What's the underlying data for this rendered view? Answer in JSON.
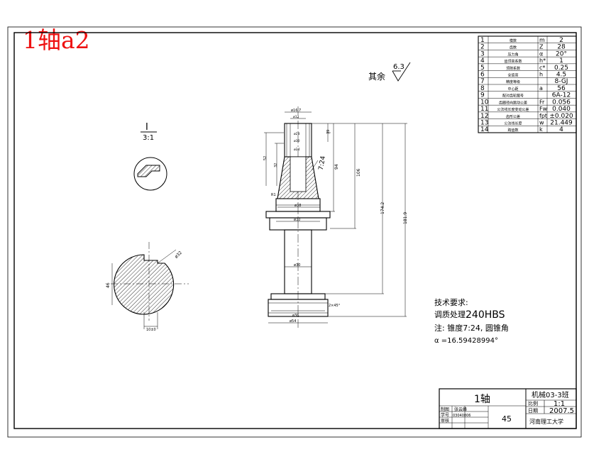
{
  "corner_title": "1轴a2",
  "surface_note": {
    "prefix": "其余",
    "roughness": "6.3"
  },
  "detail_view": {
    "label": "I",
    "scale": "3:1"
  },
  "section_view": {
    "dim_width": "ø32",
    "dim_height": "46",
    "dim_key": "10±0"
  },
  "main_view_dims": {
    "d_top": "ø16.7",
    "d_top2": "ø12",
    "d_a": "ø28",
    "d_b": "ø30",
    "d_c": "ø24",
    "l_32": "32",
    "l_39": "39",
    "l_52": "52",
    "l_94": "94",
    "l_106": "106",
    "l_174": "174.2",
    "l_181": "181.9",
    "taper": "7:24",
    "d_38": "ø38",
    "d_mid": "ø30",
    "d_base": "ø36",
    "d_base2": "ø54",
    "chamfer": "2×45°",
    "fillet": "R1"
  },
  "tech_requirements": {
    "heading": "技术要求:",
    "line1_label": "调质处理",
    "line1_value": "240HBS",
    "line2": "注: 锥度7:24, 圆锥角",
    "line3": "α =16.59428994°"
  },
  "param_table": [
    {
      "no": "1",
      "name": "模数",
      "sym": "m",
      "val": "2"
    },
    {
      "no": "2",
      "name": "齿数",
      "sym": "Z",
      "val": "28"
    },
    {
      "no": "3",
      "name": "压力角",
      "sym": "α",
      "val": "20°"
    },
    {
      "no": "4",
      "name": "齿顶高系数",
      "sym": "h*",
      "val": "1"
    },
    {
      "no": "5",
      "name": "顶隙系数",
      "sym": "c*",
      "val": "0.25"
    },
    {
      "no": "6",
      "name": "全齿高",
      "sym": "h",
      "val": "4.5"
    },
    {
      "no": "7",
      "name": "精度等级",
      "sym": "",
      "val": "8-GJ"
    },
    {
      "no": "8",
      "name": "中心距",
      "sym": "a",
      "val": "56"
    },
    {
      "no": "9",
      "name": "配对齿轮图号",
      "sym": "",
      "val": "6A-12"
    },
    {
      "no": "10",
      "name": "齿圈径向跳动公差",
      "sym": "Fr",
      "val": "0.056"
    },
    {
      "no": "11",
      "name": "公法线长度变动公差",
      "sym": "Fw",
      "val": "0.040"
    },
    {
      "no": "12",
      "name": "齿形公差",
      "sym": "fpt",
      "val": "±0.020"
    },
    {
      "no": "13",
      "name": "公法线长度",
      "sym": "w",
      "val": "21.449"
    },
    {
      "no": "14",
      "name": "跨齿数",
      "sym": "k",
      "val": "4"
    }
  ],
  "title_block": {
    "part_name": "1轴",
    "drawing_no": "机械03-3班",
    "scale_label": "比例",
    "scale_value": "1:1",
    "date_label": "日期",
    "date_value": "2007.5",
    "row1_label": "制图",
    "row1_value": "张云峰",
    "row2_label": "学号",
    "row2_value": "03040806",
    "row3_label": "审核",
    "quantity": "45",
    "school": "河南理工大学"
  }
}
